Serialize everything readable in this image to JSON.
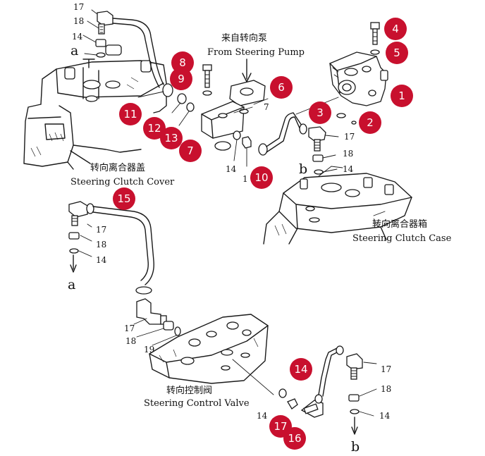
{
  "captions": {
    "pump_cn": "来自转向泵",
    "pump_en": "From Steering Pump",
    "cover_cn": "转向离合器盖",
    "cover_en": "Steering Clutch Cover",
    "case_cn": "转向离合器箱",
    "case_en": "Steering Clutch Case",
    "valve_cn": "转向控制阀",
    "valve_en": "Steering Control Valve"
  },
  "connection_letters": {
    "a": "a",
    "b": "b"
  },
  "part_numbers": {
    "n17": "17",
    "n18": "18",
    "n14": "14",
    "n7": "7",
    "n1": "1",
    "n19": "19"
  },
  "callouts": [
    "1",
    "2",
    "3",
    "4",
    "5",
    "6",
    "7",
    "8",
    "9",
    "10",
    "11",
    "12",
    "13",
    "14",
    "15",
    "16",
    "17"
  ],
  "colors": {
    "callout": "#c8102e",
    "line": "#1a1a1a"
  }
}
